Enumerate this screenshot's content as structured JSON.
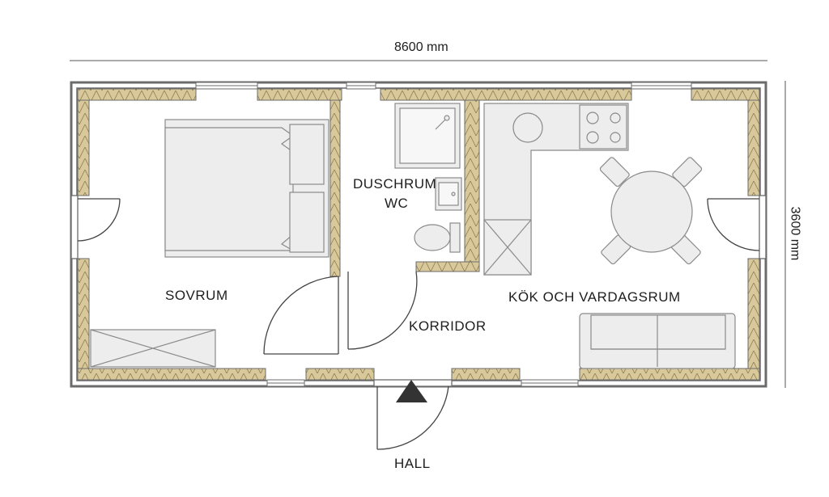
{
  "dimensions": {
    "width": "8600 mm",
    "height": "3600 mm"
  },
  "rooms": {
    "bedroom": "SOVRUM",
    "bathroom_line1": "DUSCHRUM",
    "bathroom_line2": "WC",
    "corridor": "KORRIDOR",
    "kitchen_living": "KÖK OCH VARDAGSRUM",
    "hall": "HALL"
  },
  "colors": {
    "wall_outline": "#6b6b6b",
    "wall_fill": "#7a7a7a",
    "insulation": "#d9c99a",
    "furniture_fill": "#ededed",
    "furniture_line": "#8a8a8a",
    "background": "#ffffff",
    "text": "#1e1e1e"
  }
}
